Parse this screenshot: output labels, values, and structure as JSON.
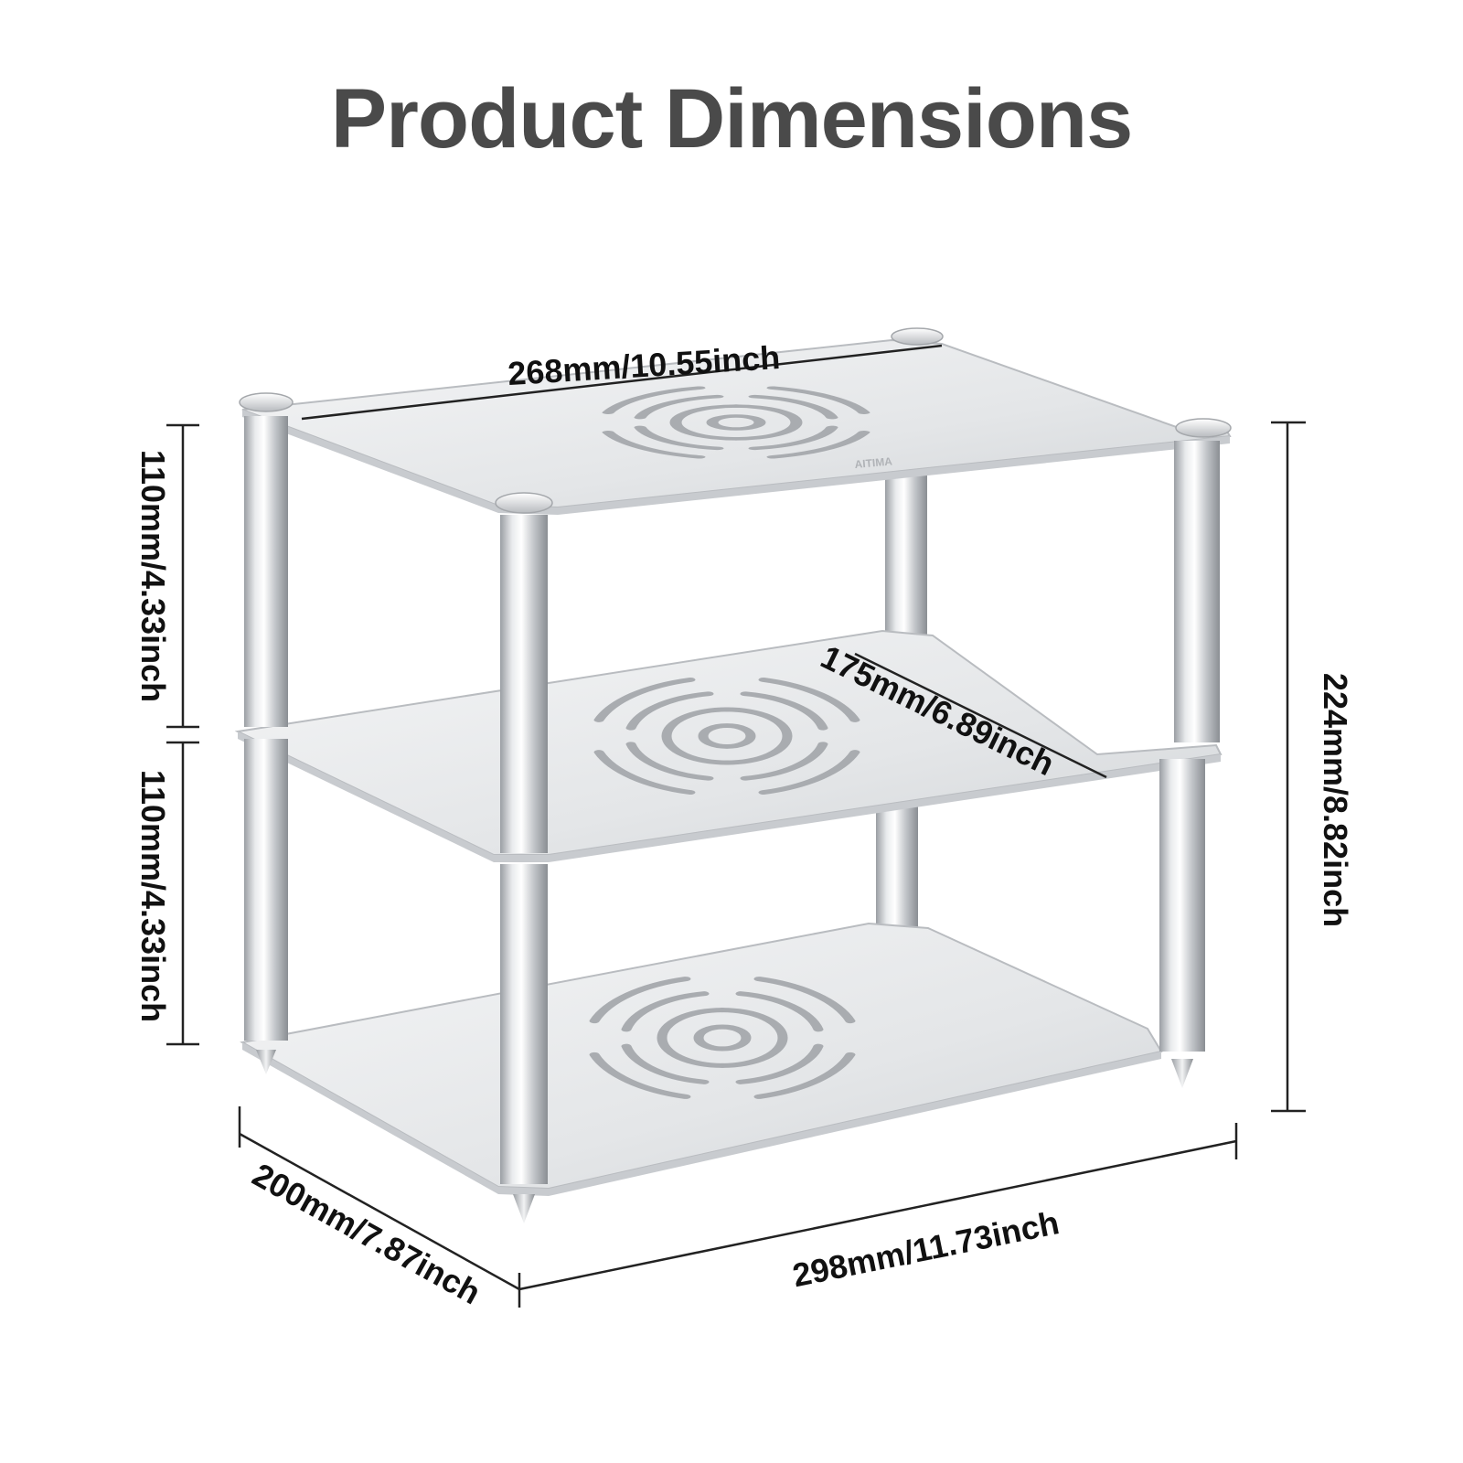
{
  "title": "Product Dimensions",
  "brand_mark": "AITIMA",
  "dimensions": {
    "top_width": "268mm/10.55inch",
    "upper_tier_height": "110mm/4.33inch",
    "lower_tier_height": "110mm/4.33inch",
    "inner_depth": "175mm/6.89inch",
    "total_height": "224mm/8.82inch",
    "base_depth": "200mm/7.87inch",
    "base_width": "298mm/11.73inch"
  },
  "colors": {
    "title": "#4a4a4a",
    "text": "#111111",
    "metal_light": "#eef0f2",
    "metal_mid": "#c9ccd0",
    "metal_dark": "#8e9297"
  }
}
